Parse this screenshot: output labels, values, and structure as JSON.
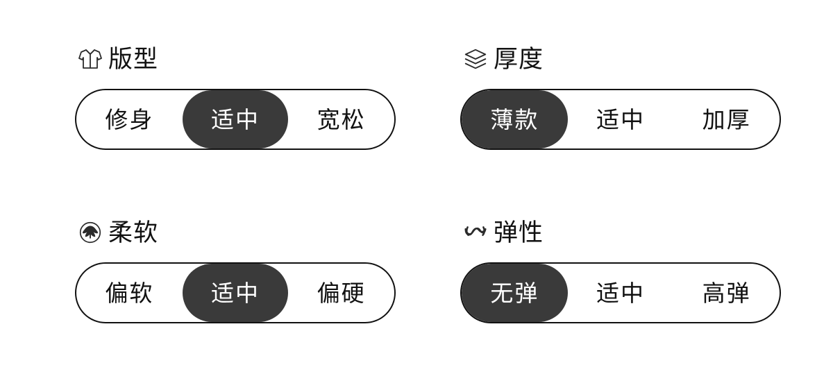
{
  "page": {
    "background": "#ffffff",
    "selected_color": "#3a3a3a",
    "selected_text_color": "#ffffff",
    "text_color": "#111111",
    "border_color": "#111111"
  },
  "groups": [
    {
      "id": "fit",
      "icon": "shirt-icon",
      "label": "版型",
      "options": [
        {
          "label": "修身",
          "selected": false
        },
        {
          "label": "适中",
          "selected": true
        },
        {
          "label": "宽松",
          "selected": false
        }
      ]
    },
    {
      "id": "thickness",
      "icon": "layers-icon",
      "label": "厚度",
      "options": [
        {
          "label": "薄款",
          "selected": true
        },
        {
          "label": "适中",
          "selected": false
        },
        {
          "label": "加厚",
          "selected": false
        }
      ]
    },
    {
      "id": "softness",
      "icon": "cotton-boll-icon",
      "label": "柔软",
      "options": [
        {
          "label": "偏软",
          "selected": false
        },
        {
          "label": "适中",
          "selected": true
        },
        {
          "label": "偏硬",
          "selected": false
        }
      ]
    },
    {
      "id": "elasticity",
      "icon": "stretch-wave-icon",
      "label": "弹性",
      "options": [
        {
          "label": "无弹",
          "selected": true
        },
        {
          "label": "适中",
          "selected": false
        },
        {
          "label": "高弹",
          "selected": false
        }
      ]
    }
  ]
}
